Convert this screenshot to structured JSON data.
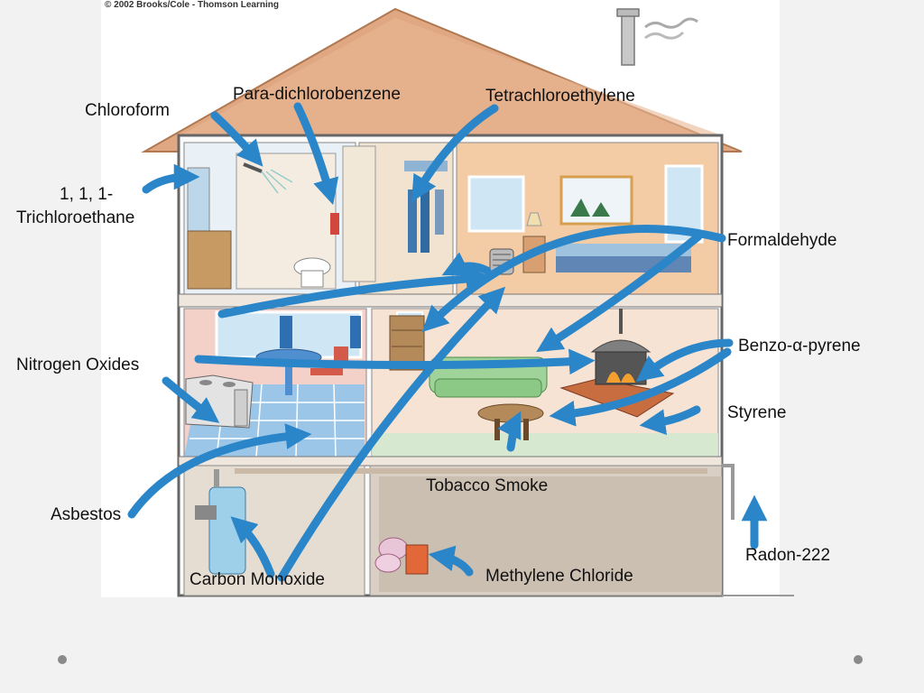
{
  "copyright": "© 2002 Brooks/Cole - Thomson Learning",
  "labels": {
    "chloroform": "Chloroform",
    "para_dichlorobenzene": "Para-dichlorobenzene",
    "tetrachloroethylene": "Tetrachloroethylene",
    "trichloroethane_line1": "1, 1, 1-",
    "trichloroethane_line2": "Trichloroethane",
    "formaldehyde": "Formaldehyde",
    "benzo_pyrene": "Benzo-α-pyrene",
    "nitrogen_oxides": "Nitrogen Oxides",
    "styrene": "Styrene",
    "tobacco_smoke": "Tobacco Smoke",
    "asbestos": "Asbestos",
    "carbon_monoxide": "Carbon Monoxide",
    "methylene_chloride": "Methylene Chloride",
    "radon_222": "Radon-222"
  },
  "colors": {
    "arrow": "#2a86c8",
    "roof": "#e0a882",
    "wall_outline": "#666666",
    "floor_slab": "#efe6dd",
    "basement": "#d9cfc4",
    "page_background": "#f2f2f2"
  },
  "icons": [
    "house-illustration",
    "arrow-icon",
    "stove-icon",
    "fireplace-icon",
    "water-heater-icon",
    "air-cleaner-icon",
    "shower-icon",
    "chimney-icon"
  ]
}
